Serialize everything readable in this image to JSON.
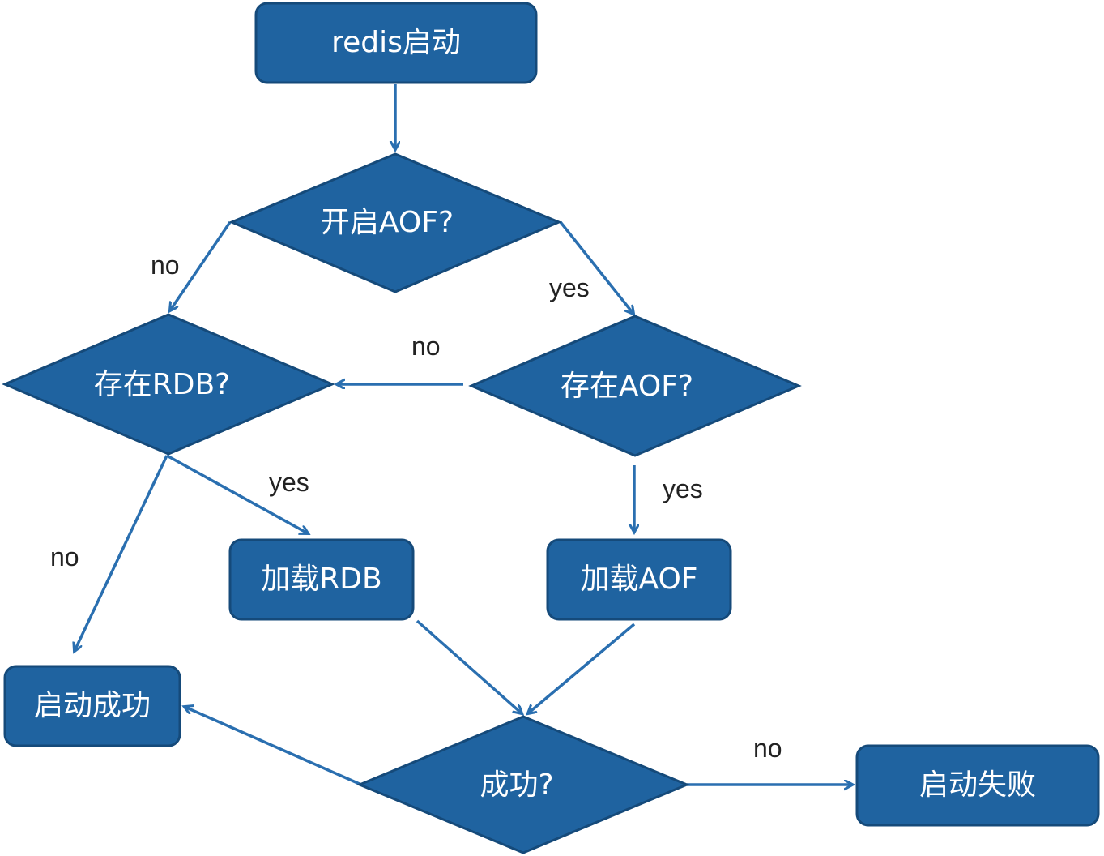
{
  "colors": {
    "node_fill": "#1f63a0",
    "node_stroke": "#154a7a",
    "edge": "#2a6fb0"
  },
  "nodes": {
    "start": "redis启动",
    "aof_enabled": "开启AOF?",
    "rdb_exists": "存在RDB?",
    "aof_exists": "存在AOF?",
    "load_rdb": "加载RDB",
    "load_aof": "加载AOF",
    "start_ok": "启动成功",
    "success": "成功?",
    "start_fail": "启动失败"
  },
  "edge_labels": {
    "aof_enabled_no": "no",
    "aof_enabled_yes": "yes",
    "aof_exists_no": "no",
    "rdb_exists_yes": "yes",
    "aof_exists_yes": "yes",
    "rdb_exists_no": "no",
    "success_no": "no"
  }
}
